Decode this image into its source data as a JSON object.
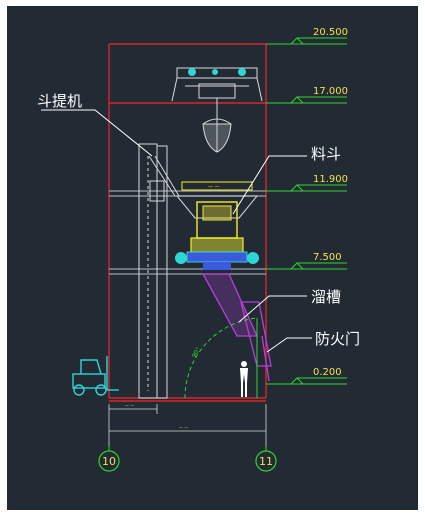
{
  "colors": {
    "frame_bg": "#222a33",
    "page_bg": "#ffffff",
    "wall": "#d8262a",
    "level_green": "#2fd62f",
    "level_text": "#f2e24b",
    "label_text": "#ffffff",
    "equipment_yellow": "#f4ef2a",
    "equipment_blue": "#3a5bdc",
    "cyan": "#2fd6d6",
    "magenta": "#b63fdc",
    "structure_white": "#d9d9d9"
  },
  "levels": [
    {
      "label": "20.500"
    },
    {
      "label": "17.000"
    },
    {
      "label": "11.900"
    },
    {
      "label": "7.500"
    },
    {
      "label": "0.200"
    }
  ],
  "annotations": {
    "bucket_elevator": "斗提机",
    "hopper": "料斗",
    "chute": "溜槽",
    "fire_door": "防火门"
  },
  "grid_axes": [
    {
      "label": "10"
    },
    {
      "label": "11"
    }
  ],
  "icons": {
    "forklift": "forklift-icon",
    "person": "person-icon",
    "crane": "gantry-crane-icon",
    "grab_bucket": "grab-bucket-icon"
  }
}
